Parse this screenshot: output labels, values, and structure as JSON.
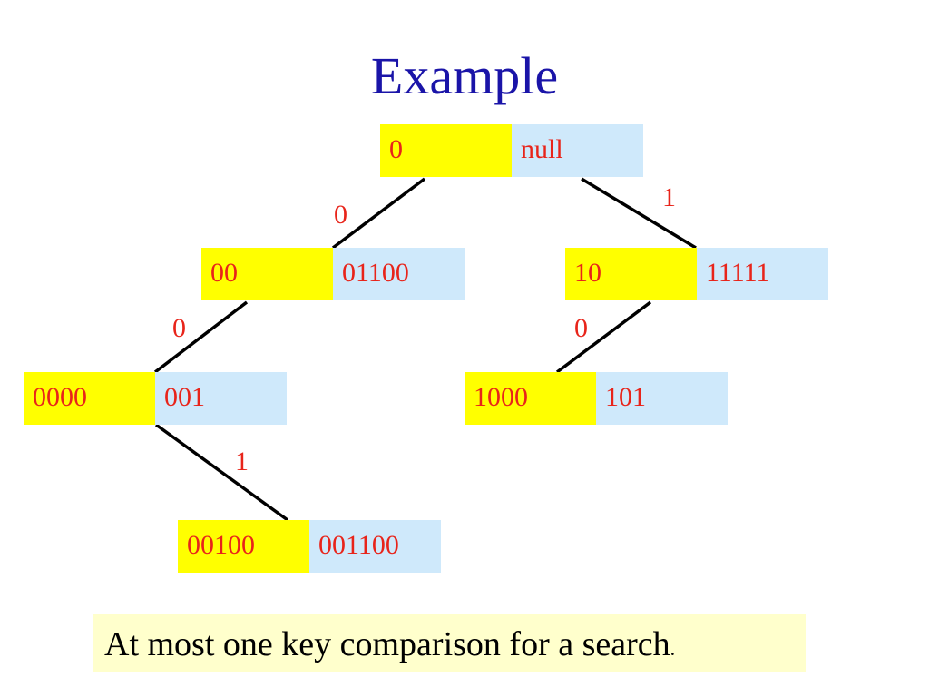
{
  "title": "Example",
  "nodes": {
    "root": {
      "key": "0",
      "value": "null"
    },
    "n00": {
      "key": "00",
      "value": "01100"
    },
    "n10": {
      "key": "10",
      "value": "11111"
    },
    "n0000": {
      "key": "0000",
      "value": "001"
    },
    "n1000": {
      "key": "1000",
      "value": "101"
    },
    "n00100": {
      "key": "00100",
      "value": "001100"
    }
  },
  "edges": {
    "root_left": "0",
    "root_right": "1",
    "n00_left": "0",
    "n10_left": "0",
    "n0000_right": "1"
  },
  "caption": {
    "text": "At most one key comparison for a search",
    "period": "."
  },
  "colors": {
    "title": "#1a14a8",
    "label_text": "#e8241a",
    "key_fill": "#ffff00",
    "value_fill": "#cfe9fb",
    "caption_fill": "#ffffcc"
  }
}
